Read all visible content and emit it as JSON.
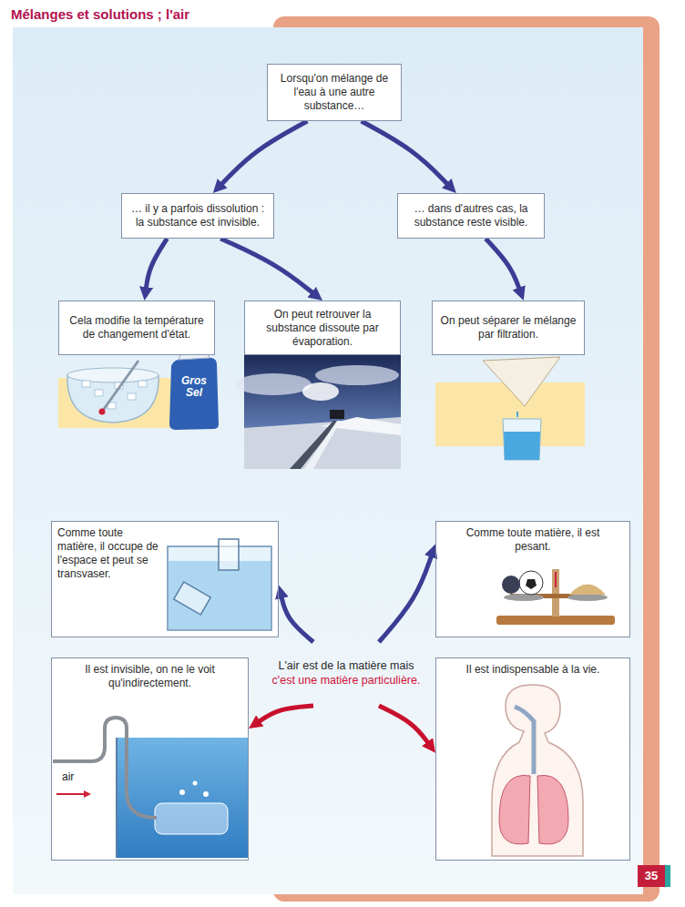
{
  "diagram": {
    "title": "Mélanges et solutions ; l'air",
    "nodes": [
      {
        "text": [
          "Lorsqu'on mélange de l'eau à une autre substance…"
        ]
      },
      {
        "text": [
          "… il y a parfois dissolution : la substance est invisible."
        ]
      },
      {
        "text": [
          "… dans d'autres cas, la substance reste visible."
        ]
      },
      {
        "text": [
          "Cela modifie la température de changement d'état."
        ]
      },
      {
        "text": [
          "On peut retrouver la substance dissoute par évaporation."
        ]
      },
      {
        "text": [
          "On peut séparer le mélange par filtration."
        ]
      },
      {
        "text": [
          "Comme toute matière, il occupe de l'espace et peut se transvaser."
        ]
      },
      {
        "text": [
          "Comme toute matière, il est pesant."
        ]
      },
      {
        "text": [
          "Il est invisible, on ne le voit qu'indirectement."
        ]
      },
      {
        "text": [
          "L'air est de la matière mais",
          "c'est une matière particulière."
        ]
      },
      {
        "text": [
          "Il est indispensable à la vie."
        ]
      }
    ],
    "edges": [
      {
        "from": 0,
        "to": 1,
        "arrow": "to"
      },
      {
        "from": 0,
        "to": 2,
        "arrow": "to"
      },
      {
        "from": 1,
        "to": 3,
        "arrow": "to"
      },
      {
        "from": 1,
        "to": 4,
        "arrow": "to"
      },
      {
        "from": 2,
        "to": 5,
        "arrow": "to"
      },
      {
        "from": 9,
        "to": 6,
        "arrow": "to"
      },
      {
        "from": 9,
        "to": 7,
        "arrow": "to"
      },
      {
        "from": 9,
        "to": 8,
        "arrow": "to"
      },
      {
        "from": 9,
        "to": 10,
        "arrow": "to"
      }
    ],
    "labels": [
      "Gros Sel",
      "air",
      "35"
    ]
  }
}
